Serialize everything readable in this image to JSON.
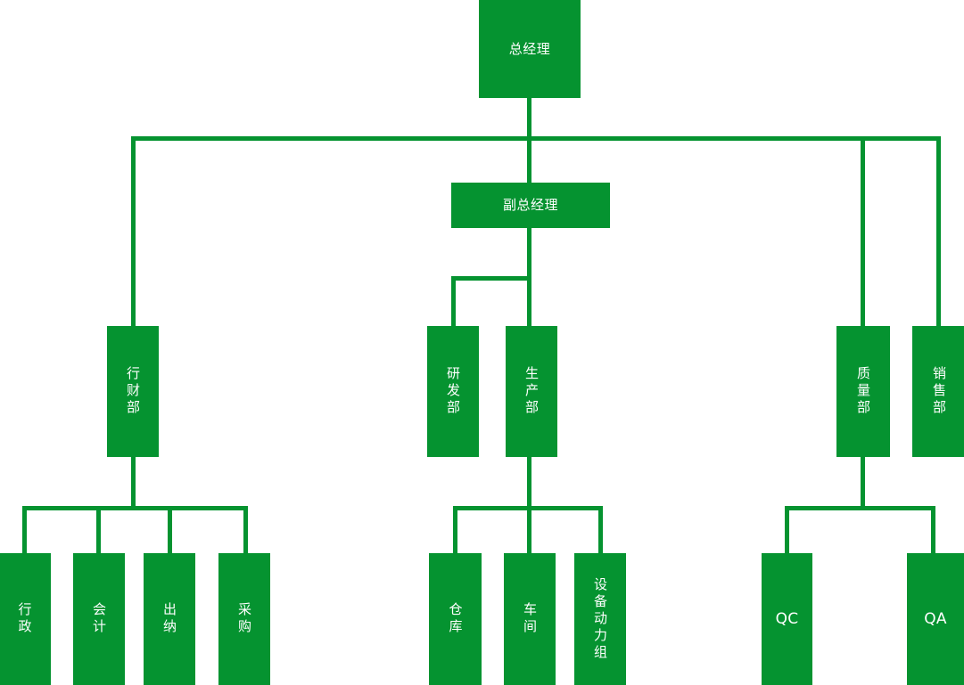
{
  "chart": {
    "type": "org-chart",
    "title": "",
    "accent_color": "#059330",
    "text_color": "#ffffff",
    "background_color": "#ffffff",
    "nodes": [
      {
        "id": "gm",
        "label": "总经理",
        "level": 0,
        "orientation": "horizontal"
      },
      {
        "id": "dgm",
        "label": "副总经理",
        "level": 1,
        "orientation": "horizontal"
      },
      {
        "id": "admin_fin",
        "label": "行财部",
        "level": 2,
        "orientation": "vertical"
      },
      {
        "id": "rd",
        "label": "研发部",
        "level": 2,
        "orientation": "vertical"
      },
      {
        "id": "prod",
        "label": "生产部",
        "level": 2,
        "orientation": "vertical"
      },
      {
        "id": "quality",
        "label": "质量部",
        "level": 2,
        "orientation": "vertical"
      },
      {
        "id": "sales",
        "label": "销售部",
        "level": 2,
        "orientation": "vertical"
      },
      {
        "id": "admin",
        "label": "行政",
        "level": 3,
        "orientation": "vertical"
      },
      {
        "id": "account",
        "label": "会计",
        "level": 3,
        "orientation": "vertical"
      },
      {
        "id": "cashier",
        "label": "出纳",
        "level": 3,
        "orientation": "vertical"
      },
      {
        "id": "purchase",
        "label": "采购",
        "level": 3,
        "orientation": "vertical"
      },
      {
        "id": "warehouse",
        "label": "仓库",
        "level": 3,
        "orientation": "vertical"
      },
      {
        "id": "workshop",
        "label": "车间",
        "level": 3,
        "orientation": "vertical"
      },
      {
        "id": "equipment",
        "label": "设备动力组",
        "level": 3,
        "orientation": "vertical"
      },
      {
        "id": "qc",
        "label": "QC",
        "level": 3,
        "orientation": "horizontal"
      },
      {
        "id": "qa",
        "label": "QA",
        "level": 3,
        "orientation": "horizontal"
      }
    ],
    "edges": [
      {
        "from": "gm",
        "to": "dgm"
      },
      {
        "from": "gm",
        "to": "admin_fin"
      },
      {
        "from": "gm",
        "to": "quality"
      },
      {
        "from": "gm",
        "to": "sales"
      },
      {
        "from": "dgm",
        "to": "rd"
      },
      {
        "from": "dgm",
        "to": "prod"
      },
      {
        "from": "admin_fin",
        "to": "admin"
      },
      {
        "from": "admin_fin",
        "to": "account"
      },
      {
        "from": "admin_fin",
        "to": "cashier"
      },
      {
        "from": "admin_fin",
        "to": "purchase"
      },
      {
        "from": "prod",
        "to": "warehouse"
      },
      {
        "from": "prod",
        "to": "workshop"
      },
      {
        "from": "prod",
        "to": "equipment"
      },
      {
        "from": "quality",
        "to": "qc"
      },
      {
        "from": "quality",
        "to": "qa"
      }
    ]
  }
}
